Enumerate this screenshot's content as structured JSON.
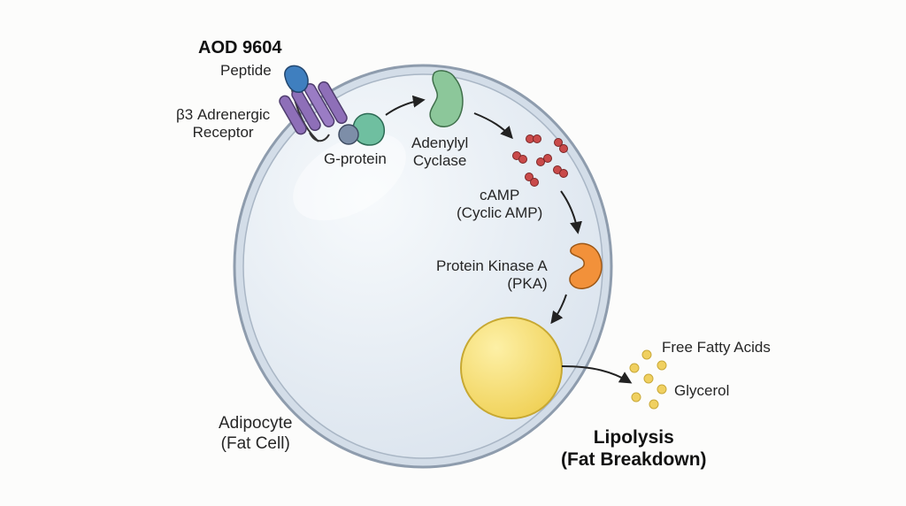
{
  "labels": {
    "peptide_name": "AOD 9604",
    "peptide_sub": "Peptide",
    "receptor_line1": "β3 Adrenergic",
    "receptor_line2": "Receptor",
    "gprotein": "G-protein",
    "adenylyl_line1": "Adenylyl",
    "adenylyl_line2": "Cyclase",
    "camp_line1": "cAMP",
    "camp_line2": "(Cyclic AMP)",
    "pka_line1": "Protein Kinase A",
    "pka_line2": "(PKA)",
    "ffa": "Free Fatty Acids",
    "glycerol": "Glycerol",
    "cell_line1": "Adipocyte",
    "cell_line2": "(Fat Cell)",
    "lipolysis_line1": "Lipolysis",
    "lipolysis_line2": "(Fat Breakdown)"
  },
  "colors": {
    "background": "#fcfcfb",
    "cell_membrane": "#9aa7b6",
    "cell_fill": "#e6edf4",
    "peptide": "#3f7fbf",
    "receptor": "#8e6fb8",
    "gprotein_alpha": "#6fbfa0",
    "gprotein_beta": "#7d8ea8",
    "adenylyl_cyclase": "#8cc79a",
    "camp": "#c94a4a",
    "pka": "#f2913a",
    "lipid_droplet": "#f3d765",
    "fatty_acids": "#f0d060",
    "arrow": "#222222"
  }
}
